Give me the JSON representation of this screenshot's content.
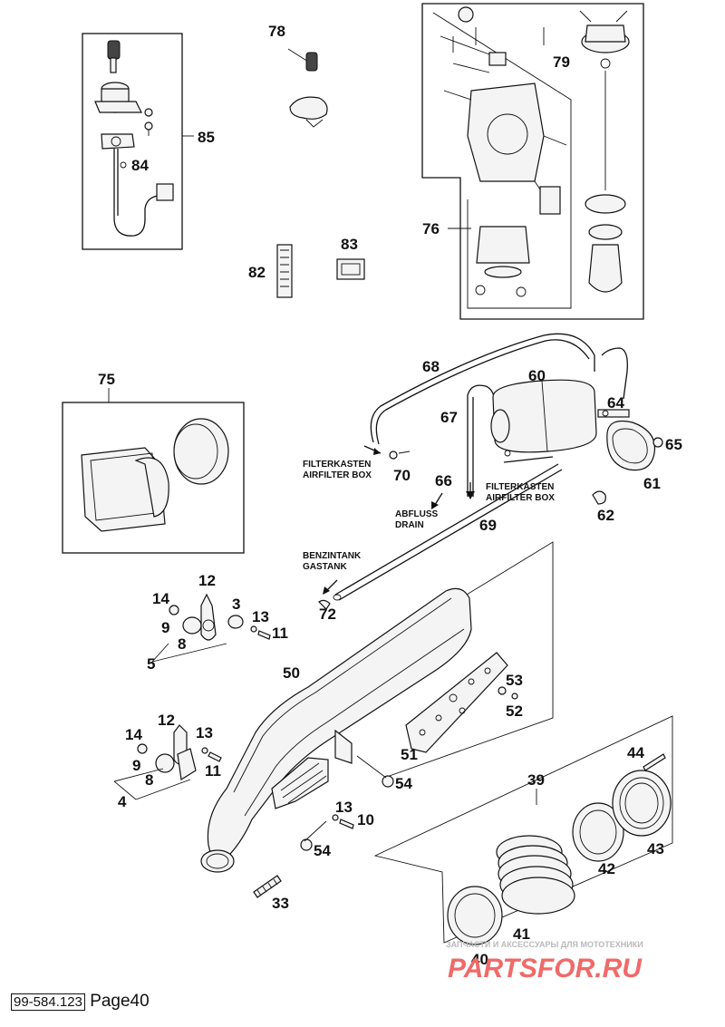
{
  "callouts": [
    {
      "key": "85",
      "text": "85"
    },
    {
      "key": "84",
      "text": "84"
    },
    {
      "key": "78",
      "text": "78"
    },
    {
      "key": "79",
      "text": "79"
    },
    {
      "key": "76",
      "text": "76"
    },
    {
      "key": "82",
      "text": "82"
    },
    {
      "key": "83",
      "text": "83"
    },
    {
      "key": "75",
      "text": "75"
    },
    {
      "key": "68",
      "text": "68"
    },
    {
      "key": "60",
      "text": "60"
    },
    {
      "key": "64",
      "text": "64"
    },
    {
      "key": "67",
      "text": "67"
    },
    {
      "key": "65",
      "text": "65"
    },
    {
      "key": "70",
      "text": "70"
    },
    {
      "key": "66",
      "text": "66"
    },
    {
      "key": "61",
      "text": "61"
    },
    {
      "key": "69",
      "text": "69"
    },
    {
      "key": "62",
      "text": "62"
    },
    {
      "key": "72",
      "text": "72"
    },
    {
      "key": "12a",
      "text": "12"
    },
    {
      "key": "14a",
      "text": "14"
    },
    {
      "key": "3",
      "text": "3"
    },
    {
      "key": "13a",
      "text": "13"
    },
    {
      "key": "9a",
      "text": "9"
    },
    {
      "key": "11a",
      "text": "11"
    },
    {
      "key": "8a",
      "text": "8"
    },
    {
      "key": "5",
      "text": "5"
    },
    {
      "key": "50",
      "text": "50"
    },
    {
      "key": "53",
      "text": "53"
    },
    {
      "key": "52",
      "text": "52"
    },
    {
      "key": "12b",
      "text": "12"
    },
    {
      "key": "14b",
      "text": "14"
    },
    {
      "key": "13b",
      "text": "13"
    },
    {
      "key": "9b",
      "text": "9"
    },
    {
      "key": "11b",
      "text": "11"
    },
    {
      "key": "8b",
      "text": "8"
    },
    {
      "key": "4",
      "text": "4"
    },
    {
      "key": "51",
      "text": "51"
    },
    {
      "key": "54a",
      "text": "54"
    },
    {
      "key": "39",
      "text": "39"
    },
    {
      "key": "44",
      "text": "44"
    },
    {
      "key": "13c",
      "text": "13"
    },
    {
      "key": "10",
      "text": "10"
    },
    {
      "key": "54b",
      "text": "54"
    },
    {
      "key": "43",
      "text": "43"
    },
    {
      "key": "42",
      "text": "42"
    },
    {
      "key": "33",
      "text": "33"
    },
    {
      "key": "41",
      "text": "41"
    },
    {
      "key": "40",
      "text": "40"
    }
  ],
  "annotations": {
    "filter_left": [
      "FILTERKASTEN",
      "AIRFILTER BOX"
    ],
    "filter_right": [
      "FILTERKASTEN",
      "AIRFILTER BOX"
    ],
    "drain": [
      "ABFLUSS",
      "DRAIN"
    ],
    "tank": [
      "BENZINTANK",
      "GASTANK"
    ]
  },
  "watermark": {
    "tagline": "ЗАПЧАСТИ И АКСЕССУАРЫ ДЛЯ МОТОТЕХНИКИ",
    "brand": "PARTSFOR.RU"
  },
  "footer": {
    "code": "99-584.123",
    "page": "Page40"
  },
  "colors": {
    "line": "#111111",
    "watermark_brand": "#f06a6a",
    "watermark_tagline": "#b9b9b9"
  }
}
